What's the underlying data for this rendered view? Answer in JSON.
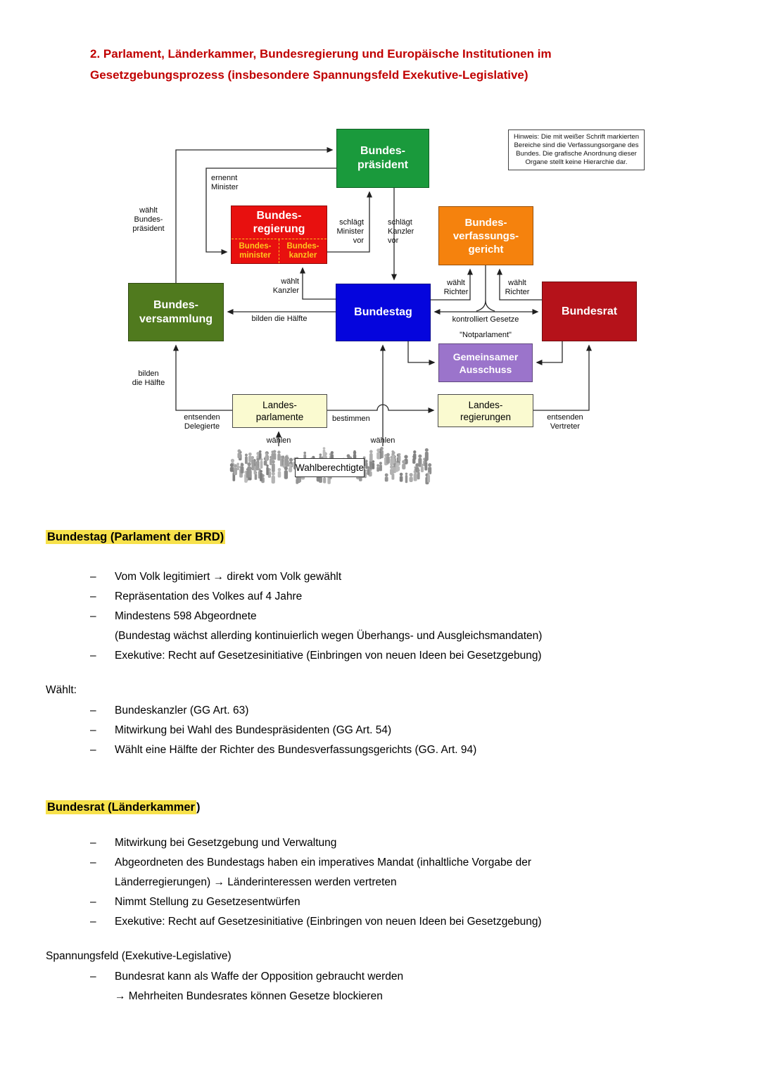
{
  "colors": {
    "c-green": "#1A9A3C",
    "c-olive": "#507A1E",
    "c-red": "#E8100F",
    "c-orange": "#F5820D",
    "c-blue": "#0505DD",
    "c-darkred": "#B5121A",
    "c-purple": "#9B74CB",
    "c-paleyellow": "#FAFAD0",
    "c-subtext": "#FFC61E",
    "c-headred": "#C00000",
    "c-highlight": "#F7E14B",
    "c-crowd": "#999999"
  },
  "title": {
    "text": "2. Parlament, Länderkammer, Bundesregierung und Europäische Institutionen im\nGesetzgebungsprozess (insbesondere Spannungsfeld Exekutive-Legislative)"
  },
  "diagram": {
    "note": "Hinweis: Die mit weißer Schrift markierten Bereiche sind die Verfassungsorgane des Bundes. Die grafische Anordnung dieser Organe stellt keine Hierarchie dar.",
    "boxes": {
      "bundespraesident": "Bundes-\npräsident",
      "bundesregierung_title": "Bundes-\nregierung",
      "bundesminister": "Bundes-\nminister",
      "bundeskanzler": "Bundes-\nkanzler",
      "bundesverfassungsgericht": "Bundes-\nverfassungs-\ngericht",
      "bundesversammlung": "Bundes-\nversammlung",
      "bundestag": "Bundestag",
      "bundesrat": "Bundesrat",
      "gemeinsamer_ausschuss": "Gemeinsamer\nAusschuss",
      "landesparlamente": "Landes-\nparlamente",
      "landesregierungen": "Landes-\nregierungen",
      "wahlberechtigte": "Wahlberechtigte"
    },
    "edge_labels": {
      "waehlt_bundespraesident": "wählt\nBundes-\npräsident",
      "ernennt_minister": "ernennt\nMinister",
      "schlaegt_minister_vor": "schlägt\nMinister\nvor",
      "schlaegt_kanzler_vor": "schlägt\nKanzler\nvor",
      "waehlt_kanzler": "wählt\nKanzler",
      "waehlt_richter_links": "wählt\nRichter",
      "waehlt_richter_rechts": "wählt\nRichter",
      "bilden_die_haelfte_waagrecht": "bilden die Hälfte",
      "kontrolliert_gesetze": "kontrolliert Gesetze",
      "notparlament": "\"Notparlament\"",
      "bilden_die_haelfte_senkrecht": "bilden\ndie Hälfte",
      "entsenden_delegierte": "entsenden\nDelegierte",
      "bestimmen": "bestimmen",
      "waehlen_links": "wählen",
      "waehlen_rechts": "wählen",
      "entsenden_vertreter": "entsenden\nVertreter"
    }
  },
  "sections": [
    {
      "heading_hl": "Bundestag (Parlament der BRD)",
      "heading_tail": "",
      "bullets": [
        "Vom Volk legitimiert → direkt vom Volk gewählt",
        "Repräsentation des Volkes auf 4 Jahre",
        "Mindestens 598 Abgeordnete\n(Bundestag wächst allerding kontinuierlich wegen Überhangs- und Ausgleichsmandaten)",
        "Exekutive: Recht auf Gesetzesinitiative (Einbringen von neuen Ideen bei Gesetzgebung)"
      ]
    },
    {
      "heading": "Wählt:",
      "bullets": [
        "Bundeskanzler (GG Art. 63)",
        "Mitwirkung bei Wahl des Bundespräsidenten (GG Art. 54)",
        "Wählt eine Hälfte der Richter des Bundesverfassungsgerichts (GG. Art. 94)"
      ]
    },
    {
      "heading_hl": "Bundesrat (Länderkammer",
      "heading_tail": ")",
      "bullets": [
        "Mitwirkung bei Gesetzgebung und Verwaltung",
        "Abgeordneten des Bundestags haben ein imperatives Mandat (inhaltliche Vorgabe der\nLänderregierungen) → Länderinteressen werden vertreten",
        "Nimmt Stellung zu Gesetzesentwürfen",
        "Exekutive: Recht auf Gesetzesinitiative (Einbringen von neuen Ideen bei Gesetzgebung)"
      ]
    },
    {
      "heading": "Spannungsfeld (Exekutive-Legislative)",
      "bullets": [
        "Bundesrat kann als Waffe der Opposition gebraucht werden\n→ Mehrheiten Bundesrates können Gesetze blockieren"
      ]
    }
  ]
}
